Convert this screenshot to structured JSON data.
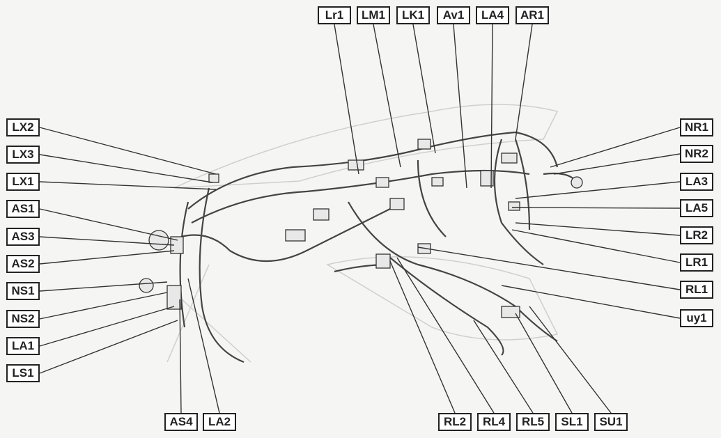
{
  "connectors": {
    "top": [
      "Lr1",
      "LM1",
      "LK1",
      "Av1",
      "LA4",
      "AR1"
    ],
    "left": [
      "LX2",
      "LX3",
      "LX1",
      "AS1",
      "AS3",
      "AS2",
      "NS1",
      "NS2",
      "LA1",
      "LS1"
    ],
    "right": [
      "NR1",
      "NR2",
      "LA3",
      "LA5",
      "LR2",
      "LR1",
      "RL1",
      "uy1"
    ],
    "bottom": [
      "AS4",
      "LA2",
      "RL2",
      "RL4",
      "RL5",
      "SL1",
      "SU1"
    ]
  },
  "colors": {
    "line": "#333333",
    "box_border": "#222222",
    "background": "#f5f5f3"
  }
}
